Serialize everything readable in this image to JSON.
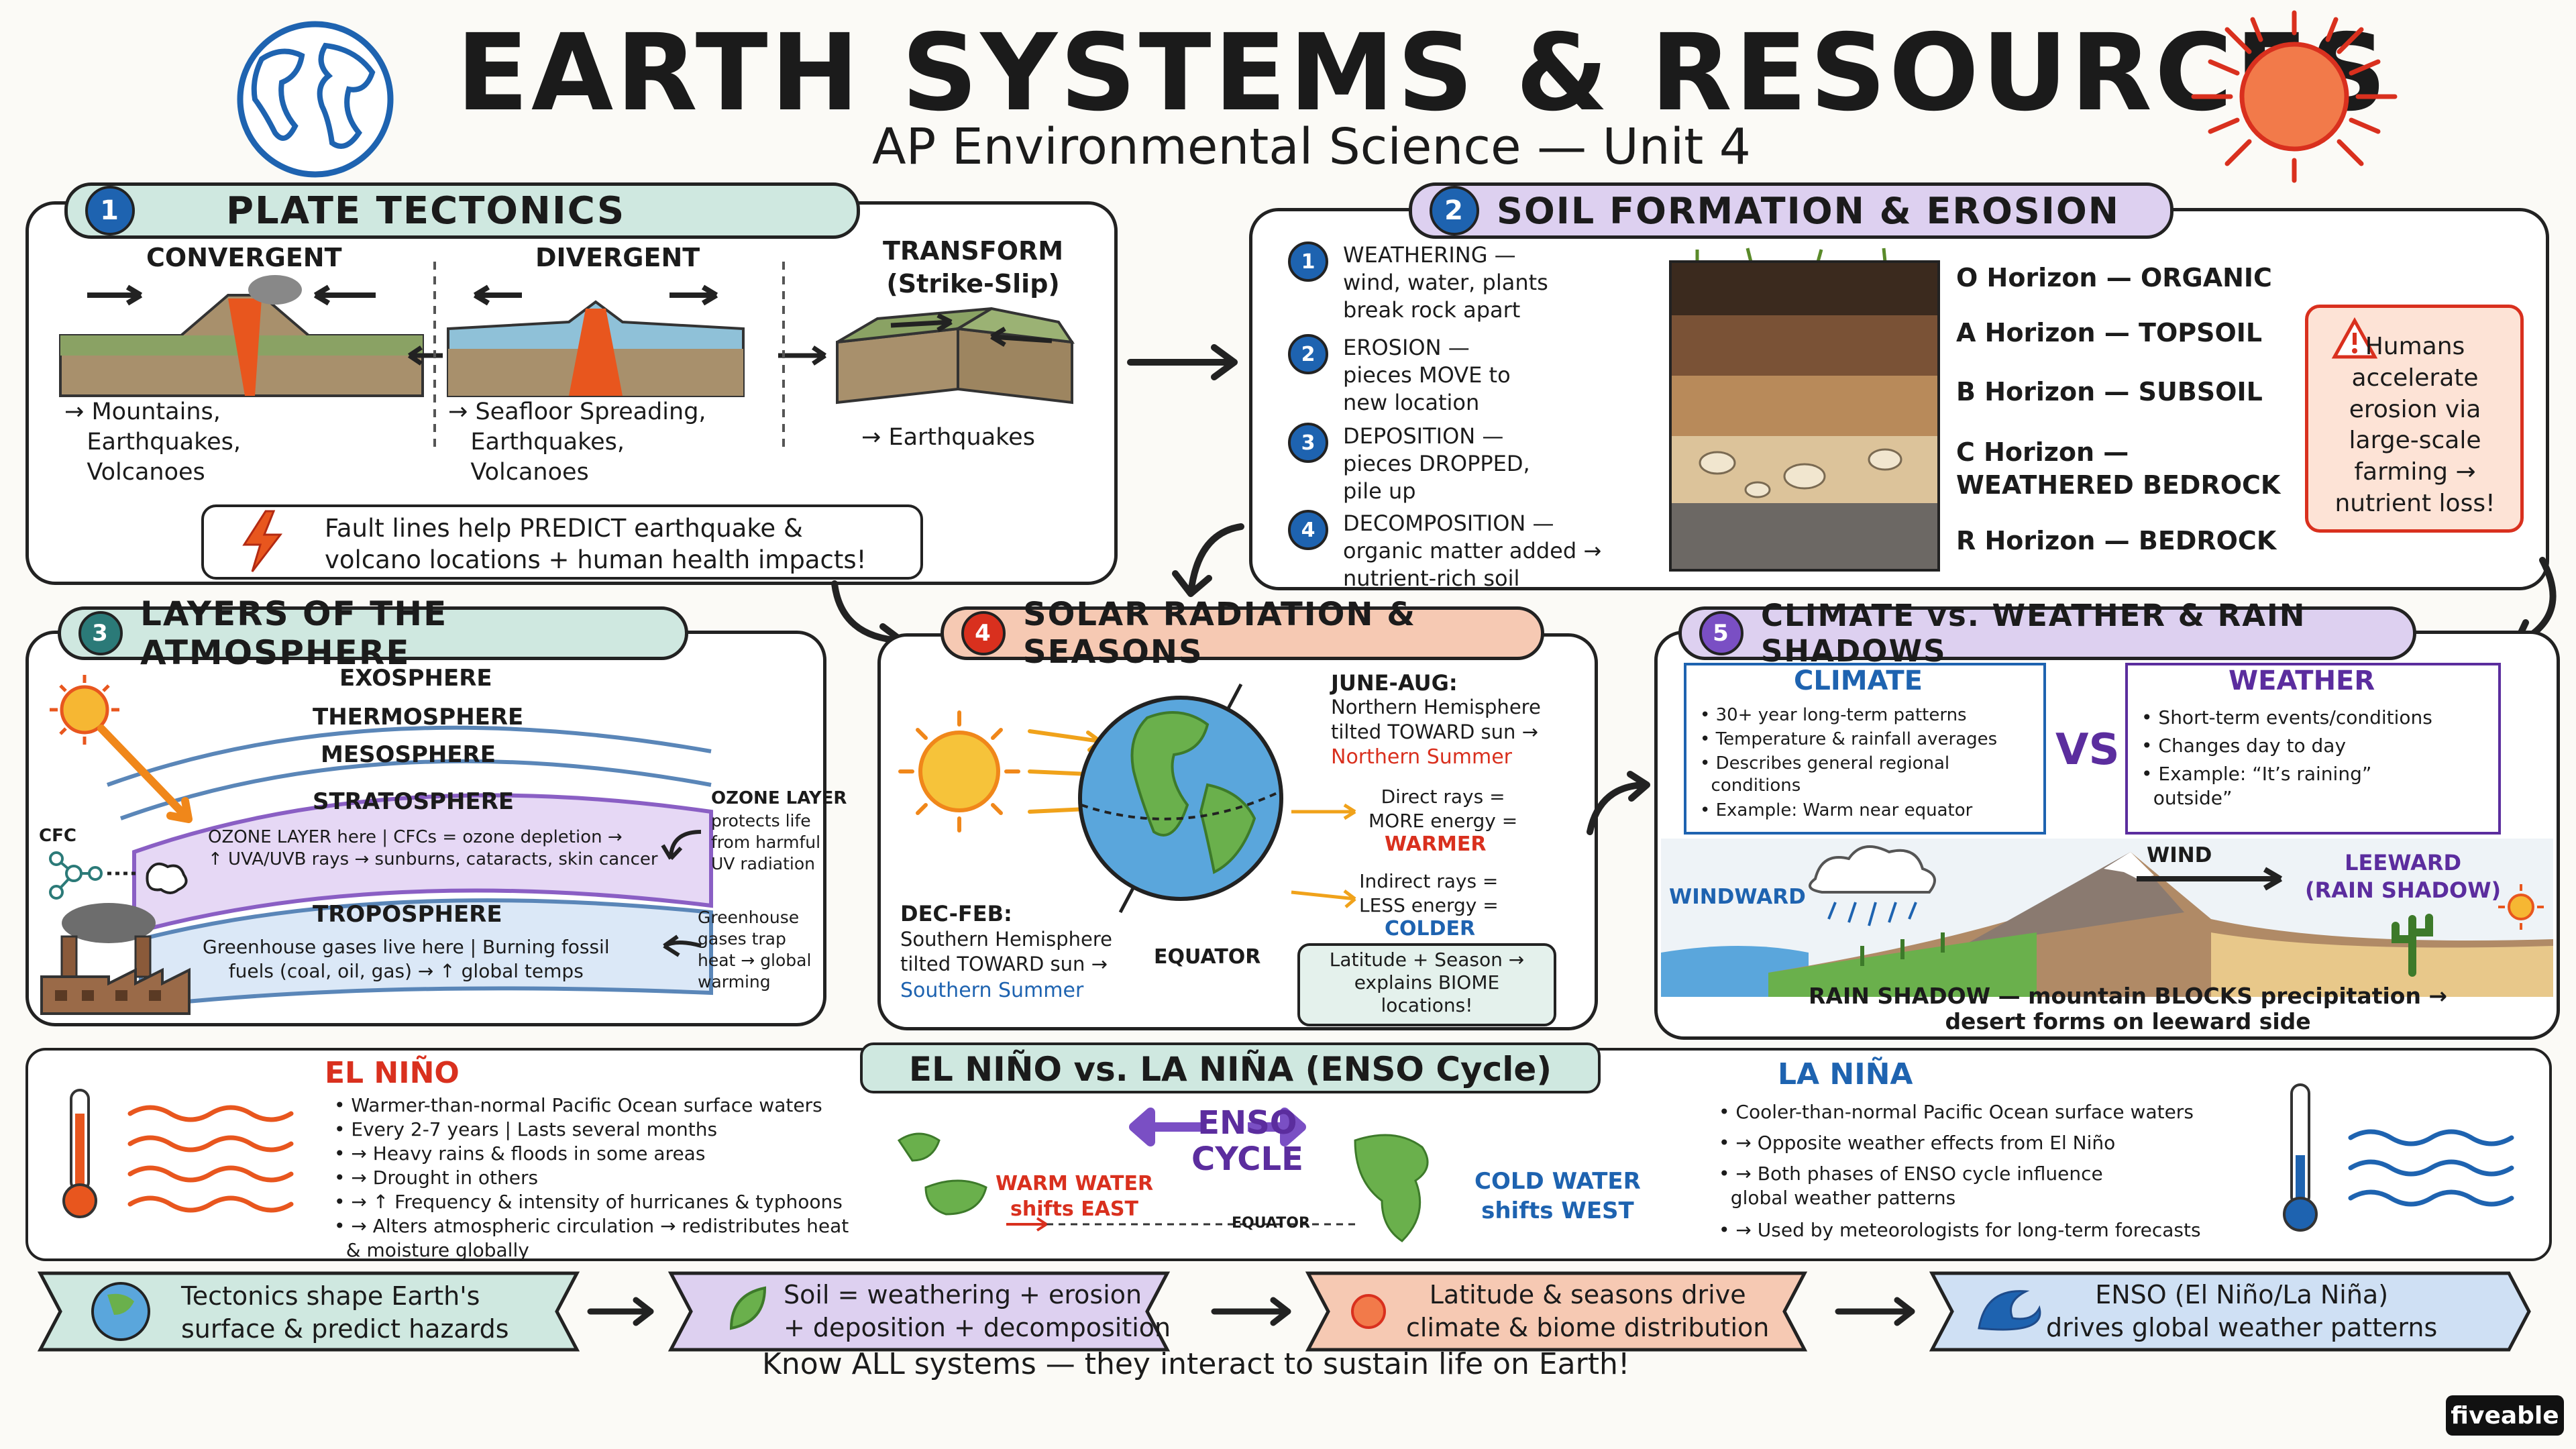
{
  "title": "EARTH SYSTEMS & RESOURCES",
  "subtitle": "AP Environmental Science — Unit 4",
  "colors": {
    "teal": "#cfe8e0",
    "purple": "#ddd0f0",
    "orange": "#f6c9b3",
    "blue": "#cfe0f4",
    "red": "#d9301e",
    "blueText": "#1e63b0",
    "purpleText": "#5b2d9e"
  },
  "s1": {
    "num": "1",
    "title": "PLATE TECTONICS",
    "convergent": {
      "label": "CONVERGENT",
      "result": "→ Mountains,\n   Earthquakes,\n   Volcanoes"
    },
    "divergent": {
      "label": "DIVERGENT",
      "result": "→ Seafloor Spreading,\n   Earthquakes,\n   Volcanoes"
    },
    "transform": {
      "label": "TRANSFORM\n(Strike-Slip)",
      "result": "→ Earthquakes"
    },
    "note": "Fault lines help PREDICT earthquake &\nvolcano locations + human health impacts!"
  },
  "s2": {
    "num": "2",
    "title": "SOIL FORMATION & EROSION",
    "steps": [
      {
        "n": "1",
        "text": "WEATHERING —\nwind, water, plants\nbreak rock apart"
      },
      {
        "n": "2",
        "text": "EROSION —\npieces MOVE to\nnew location"
      },
      {
        "n": "3",
        "text": "DEPOSITION —\npieces DROPPED,\npile up"
      },
      {
        "n": "4",
        "text": "DECOMPOSITION —\norganic matter added →\nnutrient-rich soil"
      }
    ],
    "horizons": [
      "O Horizon — ORGANIC",
      "A Horizon — TOPSOIL",
      "B Horizon — SUBSOIL",
      "C Horizon —\nWEATHERED BEDROCK",
      "R Horizon — BEDROCK"
    ],
    "warning": "Humans\naccelerate\nerosion via\nlarge-scale\nfarming →\nnutrient loss!"
  },
  "s3": {
    "num": "3",
    "title": "LAYERS OF THE ATMOSPHERE",
    "exo": "EXOSPHERE",
    "thermo": "THERMOSPHERE",
    "meso": "MESOSPHERE",
    "strato": "STRATOSPHERE",
    "strato_desc": "OZONE LAYER here | CFCs = ozone depletion →\n↑ UVA/UVB rays → sunburns, cataracts, skin cancer",
    "tropo": "TROPOSPHERE",
    "tropo_desc": "Greenhouse gases live here | Burning fossil\nfuels (coal, oil, gas) → ↑ global temps",
    "ozone_note_title": "OZONE LAYER",
    "ozone_note": "protects life\nfrom harmful\nUV radiation",
    "gh_note": "Greenhouse\ngases trap\nheat → global\nwarming",
    "cfc": "CFC"
  },
  "s4": {
    "num": "4",
    "title": "SOLAR RADIATION & SEASONS",
    "june_title": "JUNE-AUG:",
    "june_text": "Northern Hemisphere\ntilted TOWARD sun →",
    "june_season": "Northern Summer",
    "direct": "Direct rays =\nMORE energy =",
    "warmer": "WARMER",
    "indirect": "Indirect rays =\nLESS energy =",
    "colder": "COLDER",
    "dec_title": "DEC-FEB:",
    "dec_text": "Southern Hemisphere\ntilted TOWARD sun →",
    "dec_season": "Southern Summer",
    "equator": "EQUATOR",
    "note": "Latitude + Season →\nexplains BIOME\nlocations!"
  },
  "s5": {
    "num": "5",
    "title": "CLIMATE vs. WEATHER & RAIN SHADOWS",
    "climate_title": "CLIMATE",
    "climate_items": [
      "30+ year long-term patterns",
      "Temperature & rainfall averages",
      "Describes general regional\n  conditions",
      "Example: Warm near equator"
    ],
    "vs": "VS",
    "weather_title": "WEATHER",
    "weather_items": [
      "Short-term events/conditions",
      "Changes day to day",
      "Example: “It’s raining”\n  outside”"
    ],
    "windward": "WINDWARD",
    "wind": "WIND",
    "leeward": "LEEWARD\n(RAIN SHADOW)",
    "caption": "RAIN SHADOW — mountain BLOCKS precipitation →\ndesert forms on leeward side"
  },
  "enso": {
    "title": "EL NIÑO vs. LA NIÑA (ENSO Cycle)",
    "elnino_title": "EL NIÑO",
    "elnino_items": [
      "Warmer-than-normal Pacific Ocean surface waters",
      "Every 2-7 years | Lasts several months",
      "→ Heavy rains & floods in some areas",
      "→ Drought in others",
      "→ ↑ Frequency & intensity of hurricanes & typhoons",
      "→ Alters atmospheric circulation → redistributes heat\n  & moisture globally"
    ],
    "cycle": "ENSO\nCYCLE",
    "warm": "WARM WATER\nshifts EAST",
    "cold": "COLD WATER\nshifts WEST",
    "equator": "EQUATOR",
    "lanina_title": "LA NIÑA",
    "lanina_items": [
      "Cooler-than-normal Pacific Ocean surface waters",
      "→ Opposite weather effects from El Niño",
      "→ Both phases of ENSO cycle influence\n  global weather patterns",
      "→ Used by meteorologists for long-term forecasts"
    ]
  },
  "summary": [
    "Tectonics shape Earth's\nsurface & predict hazards",
    "Soil = weathering + erosion\n+ deposition + decomposition",
    "Latitude & seasons drive\nclimate & biome distribution",
    "ENSO (El Niño/La Niña)\ndrives global weather patterns"
  ],
  "footer": "Know ALL systems — they interact to sustain life on Earth!",
  "brand": "fiveable"
}
